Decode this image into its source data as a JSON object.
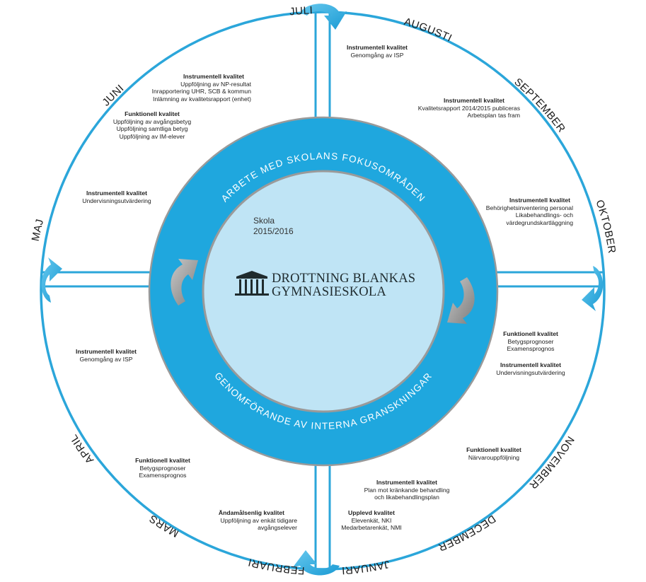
{
  "months": [
    "JULI",
    "AUGUSTI",
    "SEPTEMBER",
    "OKTOBER",
    "NOVEMBER",
    "DECEMBER",
    "JANUARI",
    "FEBRUARI",
    "MARS",
    "APRIL",
    "MAJ",
    "JUNI"
  ],
  "ring": {
    "top_text": "ARBETE MED SKOLANS FOKUSOMRÅDEN",
    "bottom_text": "GENOMFÖRANDE AV INTERNA GRANSKNINGAR"
  },
  "center": {
    "school_label": "Skola",
    "year": "2015/2016",
    "logo_line1": "DROTTNING BLANKAS",
    "logo_line2": "GYMNASIESKOLA"
  },
  "colors": {
    "ring": "#1fa7de",
    "inner": "#bfe4f5",
    "line": "#2ba6da",
    "arrow_gray": "#9a9a9a"
  },
  "notes": {
    "augusti_1": {
      "heading": "Instrumentell kvalitet",
      "lines": [
        "Genomgång av ISP"
      ]
    },
    "september_1": {
      "heading": "Instrumentell kvalitet",
      "lines": [
        "Kvalitetsrapport 2014/2015 publiceras",
        "Arbetsplan tas fram"
      ]
    },
    "oktober_1": {
      "heading": "Instrumentell kvalitet",
      "lines": [
        "Behörighetsinventering personal",
        "Likabehandlings- och",
        "värdegrundskartläggning"
      ]
    },
    "november_1": {
      "heading": "Funktionell kvalitet",
      "lines": [
        "Betygsprognoser",
        "Examensprognos"
      ]
    },
    "november_2": {
      "heading": "Instrumentell kvalitet",
      "lines": [
        "Undervisningsutvärdering"
      ]
    },
    "december_1": {
      "heading": "Funktionell kvalitet",
      "lines": [
        "Närvarouppföljning"
      ]
    },
    "december_2": {
      "heading": "Instrumentell kvalitet",
      "lines": [
        "Plan mot kränkande behandling",
        "och likabehandlingsplan"
      ]
    },
    "januari_1": {
      "heading": "Upplevd kvalitet",
      "lines": [
        "Elevenkät, NKI",
        "Medarbetarenkät, NMI"
      ]
    },
    "februari_1": {
      "heading": "Ändamålsenlig kvalitet",
      "lines": [
        "Uppföljning av enkät tidigare",
        "avgångselever"
      ]
    },
    "mars_1": {
      "heading": "Funktionell kvalitet",
      "lines": [
        "Betygsprognoser",
        "Examensprognos"
      ]
    },
    "april_1": {
      "heading": "Instrumentell kvalitet",
      "lines": [
        "Genomgång av ISP"
      ]
    },
    "maj_1": {
      "heading": "Instrumentell kvalitet",
      "lines": [
        "Undervisningsutvärdering"
      ]
    },
    "juni_1": {
      "heading": "Instrumentell kvalitet",
      "lines": [
        "Uppföljning av NP-resultat",
        "Inrapportering UHR, SCB & kommun",
        "Inlämning av kvalitetsrapport (enhet)"
      ]
    },
    "juni_2": {
      "heading": "Funktionell kvalitet",
      "lines": [
        "Uppföljning av avgångsbetyg",
        "Uppföljning samtliga betyg",
        "Uppföljning av IM-elever"
      ]
    }
  }
}
